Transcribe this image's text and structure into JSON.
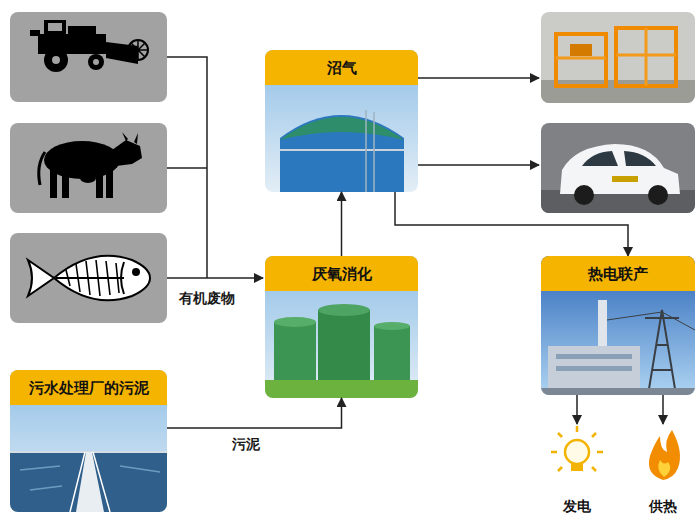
{
  "diagram": {
    "nodes": [
      {
        "text": [
          "沼气"
        ]
      },
      {
        "text": [
          "厌氧消化"
        ]
      },
      {
        "text": [
          "热电联产"
        ]
      },
      {
        "text": [
          "污水处理厂的污泥"
        ]
      },
      {
        "text": [
          "发电"
        ]
      },
      {
        "text": [
          "供热"
        ]
      }
    ],
    "edges": [
      {
        "from": 3,
        "to": 1,
        "label": "污泥",
        "arrow": "to"
      },
      {
        "from": 1,
        "to": 0,
        "arrow": "to"
      },
      {
        "from": 0,
        "to": 2,
        "arrow": "to"
      },
      {
        "from": 2,
        "to": 4,
        "arrow": "to"
      },
      {
        "from": 2,
        "to": 5,
        "arrow": "to"
      }
    ],
    "labels": [
      "有机废物"
    ]
  }
}
